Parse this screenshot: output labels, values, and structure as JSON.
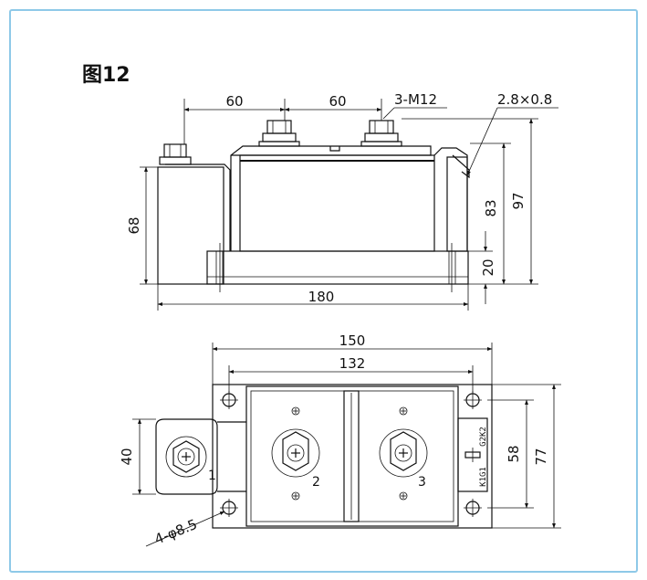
{
  "figure": {
    "title": "图12",
    "frame_color": "#8ec9e8"
  },
  "side_view": {
    "dims": {
      "d60a": "60",
      "d60b": "60",
      "screws": "3-M12",
      "tab": "2.8×0.8",
      "d68": "68",
      "d83": "83",
      "d97": "97",
      "d20": "20",
      "d180": "180"
    }
  },
  "top_view": {
    "dims": {
      "d150": "150",
      "d132": "132",
      "d40": "40",
      "d58": "58",
      "d77": "77",
      "holes": "4-φ8.5"
    },
    "terminals": {
      "t1": "1",
      "t2": "2",
      "t3": "3"
    },
    "gate_labels": {
      "upper": "G2K2",
      "lower": "K1G1"
    }
  }
}
